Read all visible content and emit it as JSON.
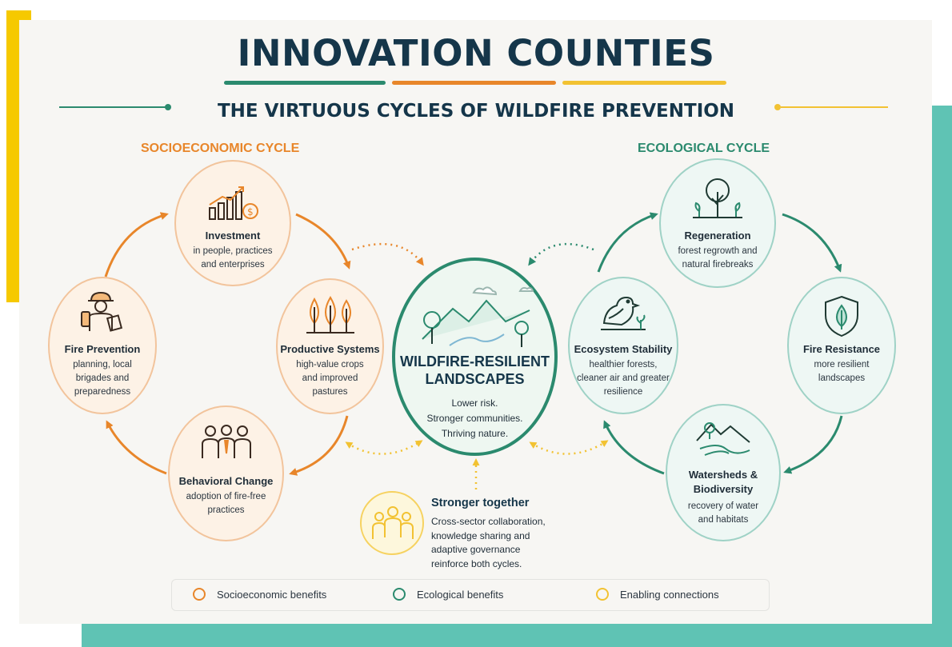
{
  "title": "INNOVATION COUNTIES",
  "subtitle": "THE VIRTUOUS CYCLES OF WILDFIRE PREVENTION",
  "colors": {
    "orange": "#e8862a",
    "teal": "#2b8a6e",
    "yellow": "#f2c232",
    "navy": "#15364a"
  },
  "socioeconomic": {
    "label": "SOCIOECONOMIC CYCLE",
    "nodes": [
      {
        "icon": "growth-chart-icon",
        "title": "Investment",
        "desc": [
          "in people, practices",
          "and enterprises"
        ]
      },
      {
        "icon": "trees-icon",
        "title": "Productive Systems",
        "desc": [
          "high-value crops",
          "and improved",
          "pastures"
        ]
      },
      {
        "icon": "people-group-icon",
        "title": "Behavioral Change",
        "desc": [
          "adoption of fire-free",
          "practices"
        ]
      },
      {
        "icon": "firefighter-icon",
        "title": "Fire Prevention",
        "desc": [
          "planning, local",
          "brigades and",
          "preparedness"
        ]
      }
    ]
  },
  "ecological": {
    "label": "ECOLOGICAL CYCLE",
    "nodes": [
      {
        "icon": "sapling-icon",
        "title": "Regeneration",
        "desc": [
          "forest regrowth and",
          "natural firebreaks"
        ]
      },
      {
        "icon": "shield-leaf-icon",
        "title": "Fire Resistance",
        "desc": [
          "more resilient",
          "landscapes"
        ]
      },
      {
        "icon": "river-icon",
        "title": "Watersheds &",
        "title2": "Biodiversity",
        "desc": [
          "recovery of water",
          "and habitats"
        ]
      },
      {
        "icon": "bird-icon",
        "title": "Ecosystem Stability",
        "desc": [
          "healthier forests,",
          "cleaner air and greater",
          "resilience"
        ]
      }
    ]
  },
  "center": {
    "icon": "landscape-icon",
    "title": [
      "WILDFIRE-RESILIENT",
      "LANDSCAPES"
    ],
    "desc": [
      "Lower risk.",
      "Stronger communities.",
      "Thriving nature."
    ]
  },
  "together": {
    "icon": "community-icon",
    "title": "Stronger together",
    "desc": [
      "Cross-sector collaboration,",
      "knowledge sharing and",
      "adaptive governance",
      "reinforce both cycles."
    ]
  },
  "legend": [
    {
      "label": "Socioeconomic benefits",
      "color": "#e8862a"
    },
    {
      "label": "Ecological benefits",
      "color": "#2b8a6e"
    },
    {
      "label": "Enabling connections",
      "color": "#f2c232"
    }
  ]
}
